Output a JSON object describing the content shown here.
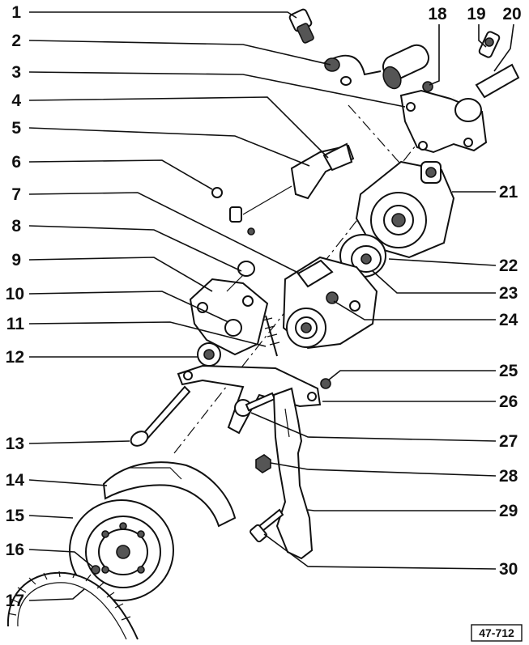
{
  "figure_ref": "47-712",
  "callouts_left": [
    "1",
    "2",
    "3",
    "4",
    "5",
    "6",
    "7",
    "8",
    "9",
    "10",
    "11",
    "12",
    "13",
    "14",
    "15",
    "16",
    "17"
  ],
  "callouts_right": [
    "21",
    "22",
    "23",
    "24",
    "25",
    "26",
    "27",
    "28",
    "29",
    "30"
  ],
  "callouts_top": [
    "18",
    "19",
    "20"
  ],
  "colors": {
    "ink": "#111111",
    "paper": "#ffffff"
  }
}
